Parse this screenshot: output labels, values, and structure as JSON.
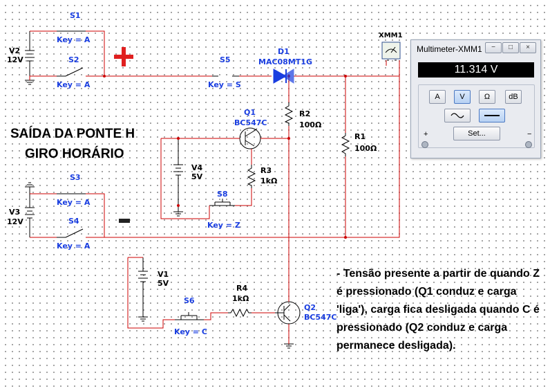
{
  "switches": {
    "s1": {
      "ref": "S1",
      "key": "Key = A"
    },
    "s2": {
      "ref": "S2",
      "key": "Key = A"
    },
    "s3": {
      "ref": "S3",
      "key": "Key = A"
    },
    "s4": {
      "ref": "S4",
      "key": "Key = A"
    },
    "s5": {
      "ref": "S5",
      "key": "Key = S"
    },
    "s6": {
      "ref": "S6",
      "key": "Key = C"
    },
    "s8": {
      "ref": "S8",
      "key": "Key = Z"
    }
  },
  "sources": {
    "v1": {
      "ref": "V1",
      "value": "5V"
    },
    "v2": {
      "ref": "V2",
      "value": "12V"
    },
    "v3": {
      "ref": "V3",
      "value": "12V"
    },
    "v4": {
      "ref": "V4",
      "value": "5V"
    }
  },
  "resistors": {
    "r1": {
      "ref": "R1",
      "value": "100Ω"
    },
    "r2": {
      "ref": "R2",
      "value": "100Ω"
    },
    "r3": {
      "ref": "R3",
      "value": "1kΩ"
    },
    "r4": {
      "ref": "R4",
      "value": "1kΩ"
    }
  },
  "transistors": {
    "q1": {
      "ref": "Q1",
      "model": "BC547C"
    },
    "q2": {
      "ref": "Q2",
      "model": "BC547C"
    }
  },
  "diode": {
    "ref": "D1",
    "model": "MAC08MT1G"
  },
  "meter_ref": "XMM1",
  "title": {
    "line1": "SAÍDA DA PONTE H",
    "line2": "GIRO HORÁRIO"
  },
  "note": "- Tensão presente a partir de quando Z é pressionado (Q1 conduz e carga 'liga'), carga fica desligada quando C é pressionado (Q2 conduz e carga permanece desligada).",
  "multimeter": {
    "title": "Multimeter-XMM1",
    "reading": "11.314 V",
    "buttons": [
      "A",
      "V",
      "Ω",
      "dB"
    ],
    "selected": "V",
    "set_label": "Set...",
    "plus": "+",
    "minus": "−",
    "minimize": "−",
    "maximize": "□",
    "close": "×"
  },
  "colors": {
    "wire": "#cc0000",
    "ref": "#1a3ee0",
    "polarity": "#e02020"
  }
}
